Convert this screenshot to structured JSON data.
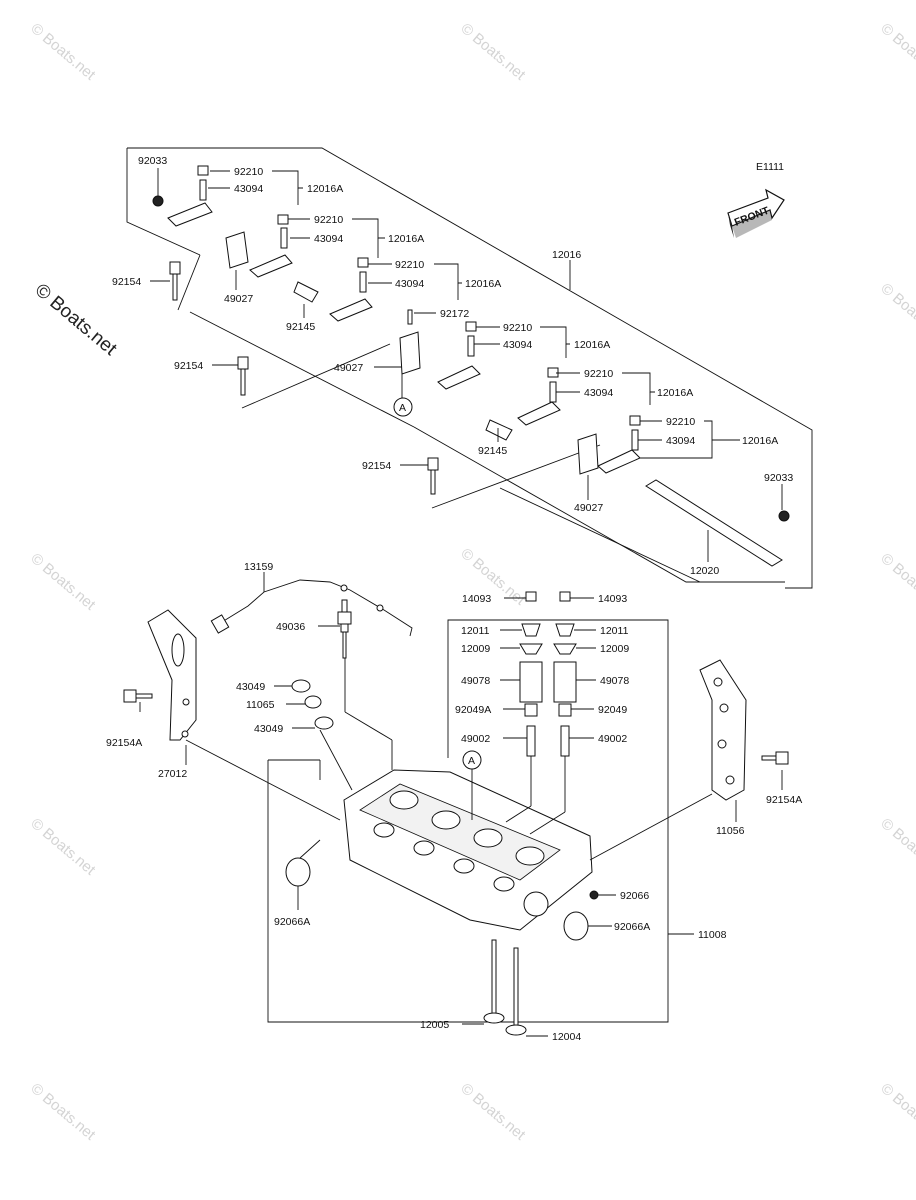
{
  "diagram": {
    "code": "E1111",
    "front_label": "FRONT",
    "watermark": "© Boats.net",
    "circle_ref": "A",
    "labels": {
      "l_92033_a": "92033",
      "l_92210_1": "92210",
      "l_43094_1": "43094",
      "l_12016A_1": "12016A",
      "l_92210_2": "92210",
      "l_43094_2": "43094",
      "l_12016A_2": "12016A",
      "l_92210_3": "92210",
      "l_43094_3": "43094",
      "l_12016A_3": "12016A",
      "l_12016": "12016",
      "l_92154_1": "92154",
      "l_49027_1": "49027",
      "l_92145_1": "92145",
      "l_92172": "92172",
      "l_92210_4": "92210",
      "l_43094_4": "43094",
      "l_12016A_4": "12016A",
      "l_92154_2": "92154",
      "l_49027_2": "49027",
      "l_92210_5": "92210",
      "l_43094_5": "43094",
      "l_12016A_5": "12016A",
      "l_92145_2": "92145",
      "l_92210_6": "92210",
      "l_43094_6": "43094",
      "l_12016A_6": "12016A",
      "l_92033_b": "92033",
      "l_92154_3": "92154",
      "l_49027_3": "49027",
      "l_12020": "12020",
      "l_13159": "13159",
      "l_14093_l": "14093",
      "l_14093_r": "14093",
      "l_49036": "49036",
      "l_12011_l": "12011",
      "l_12011_r": "12011",
      "l_12009_l": "12009",
      "l_12009_r": "12009",
      "l_43049_1": "43049",
      "l_11065": "11065",
      "l_43049_2": "43049",
      "l_49078_l": "49078",
      "l_49078_r": "49078",
      "l_92049A": "92049A",
      "l_92049": "92049",
      "l_49002_l": "49002",
      "l_49002_r": "49002",
      "l_92154A_l": "92154A",
      "l_27012": "27012",
      "l_92154A_r": "92154A",
      "l_11056": "11056",
      "l_92066": "92066",
      "l_92066A_l": "92066A",
      "l_92066A_r": "92066A",
      "l_11008": "11008",
      "l_12005": "12005",
      "l_12004": "12004"
    }
  }
}
